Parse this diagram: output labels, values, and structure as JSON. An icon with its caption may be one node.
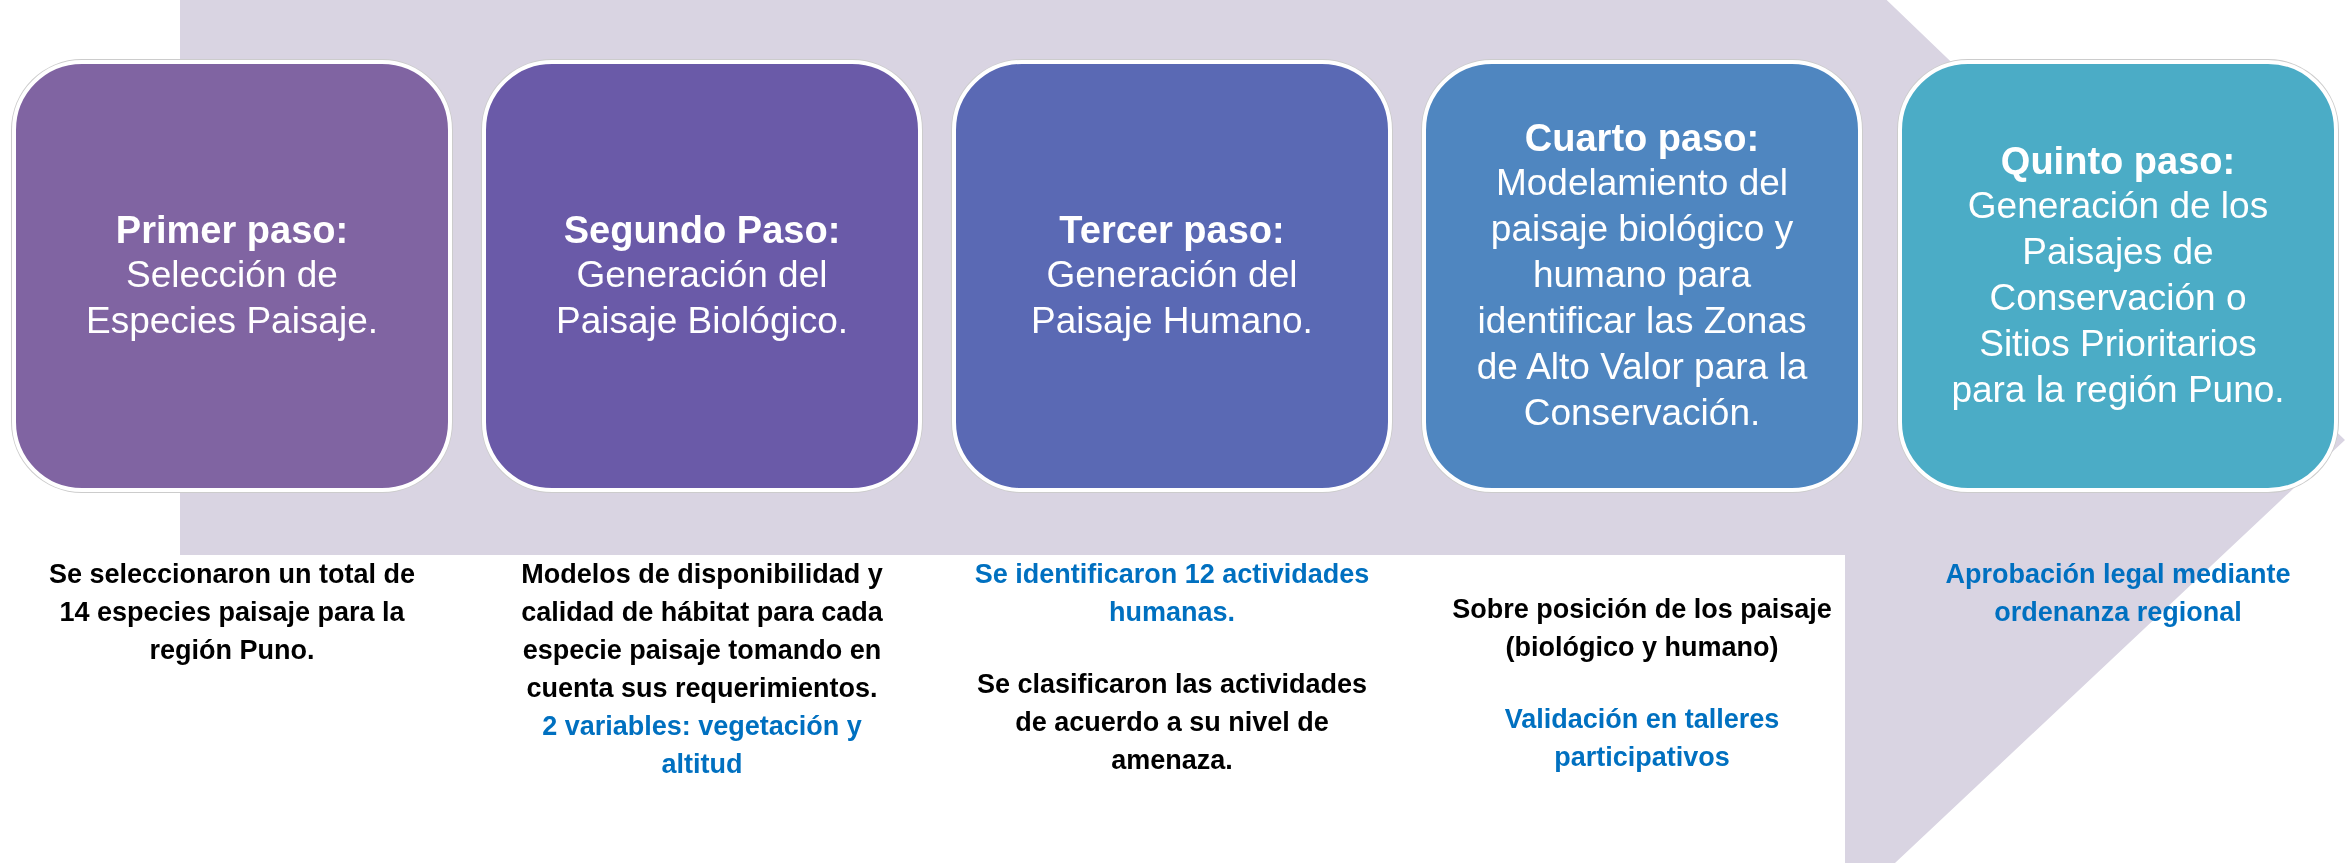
{
  "diagram": {
    "nodes": [
      {
        "text": [
          "Primer paso:",
          "Selección de Especies Paisaje."
        ],
        "beside": [
          "Se seleccionaron un total de 14 especies paisaje para la región Puno."
        ]
      },
      {
        "text": [
          "Segundo Paso:",
          "Generación del Paisaje Biológico."
        ],
        "beside": [
          "Modelos de disponibilidad y calidad de hábitat para cada especie paisaje tomando en cuenta sus requerimientos.",
          "2 variables: vegetación y altitud"
        ]
      },
      {
        "text": [
          "Tercer paso:",
          "Generación del Paisaje Humano."
        ],
        "beside": [
          "Se identificaron 12 actividades humanas.",
          "Se clasificaron las actividades de acuerdo a su nivel de amenaza."
        ]
      },
      {
        "text": [
          "Cuarto paso:",
          "Modelamiento del paisaje biológico y humano para identificar las Zonas de Alto Valor para la Conservación."
        ],
        "beside": [
          "Sobre posición de los paisaje (biológico y humano)",
          "Validación en talleres participativos"
        ]
      },
      {
        "text": [
          "Quinto paso:",
          "Generación de los Paisajes de Conservación o Sitios Prioritarios para la región Puno."
        ],
        "beside": [
          "Aprobación legal mediante ordenanza regional"
        ]
      }
    ],
    "edges": [
      {
        "from": 0,
        "to": 4,
        "arrow": "to"
      }
    ]
  }
}
